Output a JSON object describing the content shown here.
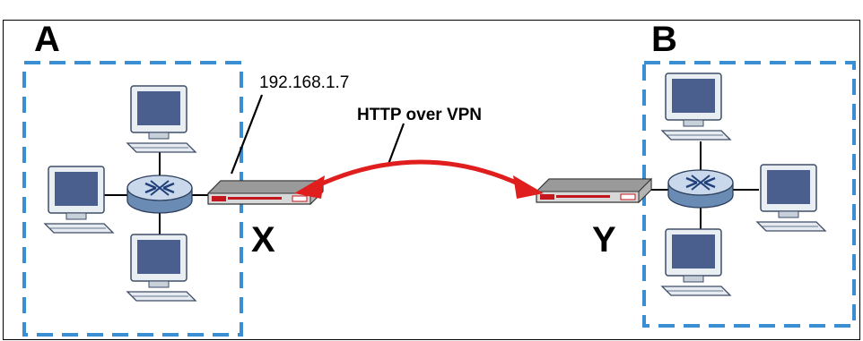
{
  "caption": {
    "figure": "",
    "text": ""
  },
  "sites": {
    "left": "A",
    "right": "B"
  },
  "devices": {
    "left": "X",
    "right": "Y"
  },
  "ip_address": "192.168.1.7",
  "link_label": "HTTP over VPN",
  "colors": {
    "lan_border": "#3b8ed2",
    "vpn_link": "#e01e1e",
    "monitor_screen": "#4a5f8e",
    "device_body": "#d8d8d8",
    "device_accent": "#c4161c"
  },
  "icons": [
    "computer-icon",
    "switch-icon",
    "firewall-icon"
  ]
}
